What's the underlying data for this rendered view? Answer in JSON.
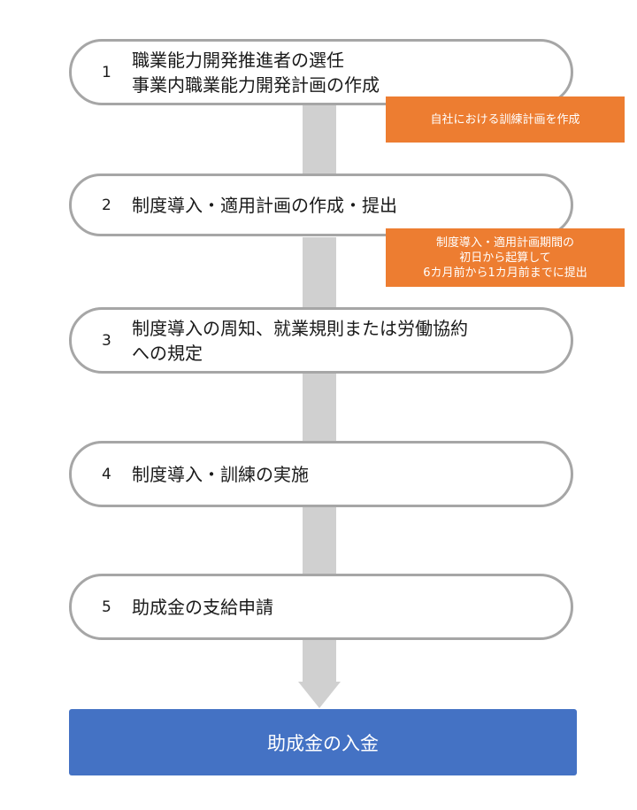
{
  "steps": [
    {
      "number": "1",
      "lines": [
        "職業能力開発推進者の選任",
        "事業内職業能力開発計画の作成"
      ]
    },
    {
      "number": "2",
      "lines": [
        "制度導入・適用計画の作成・提出"
      ]
    },
    {
      "number": "3",
      "lines": [
        "制度導入の周知、就業規則または労働協約",
        "への規定"
      ]
    },
    {
      "number": "4",
      "lines": [
        "制度導入・訓練の実施"
      ]
    },
    {
      "number": "5",
      "lines": [
        "助成金の支給申請"
      ]
    }
  ],
  "notes": [
    {
      "lines": [
        "自社における訓練計画を作成"
      ]
    },
    {
      "lines": [
        "制度導入・適用計画期間の",
        "初日から起算して",
        "6カ月前から1カ月前までに提出"
      ]
    }
  ],
  "final": {
    "label": "助成金の入金"
  },
  "colors": {
    "step_border": "#a6a6a6",
    "connector": "#d0d0d0",
    "note_fill": "#ed7d31",
    "final_fill": "#4472c4"
  }
}
